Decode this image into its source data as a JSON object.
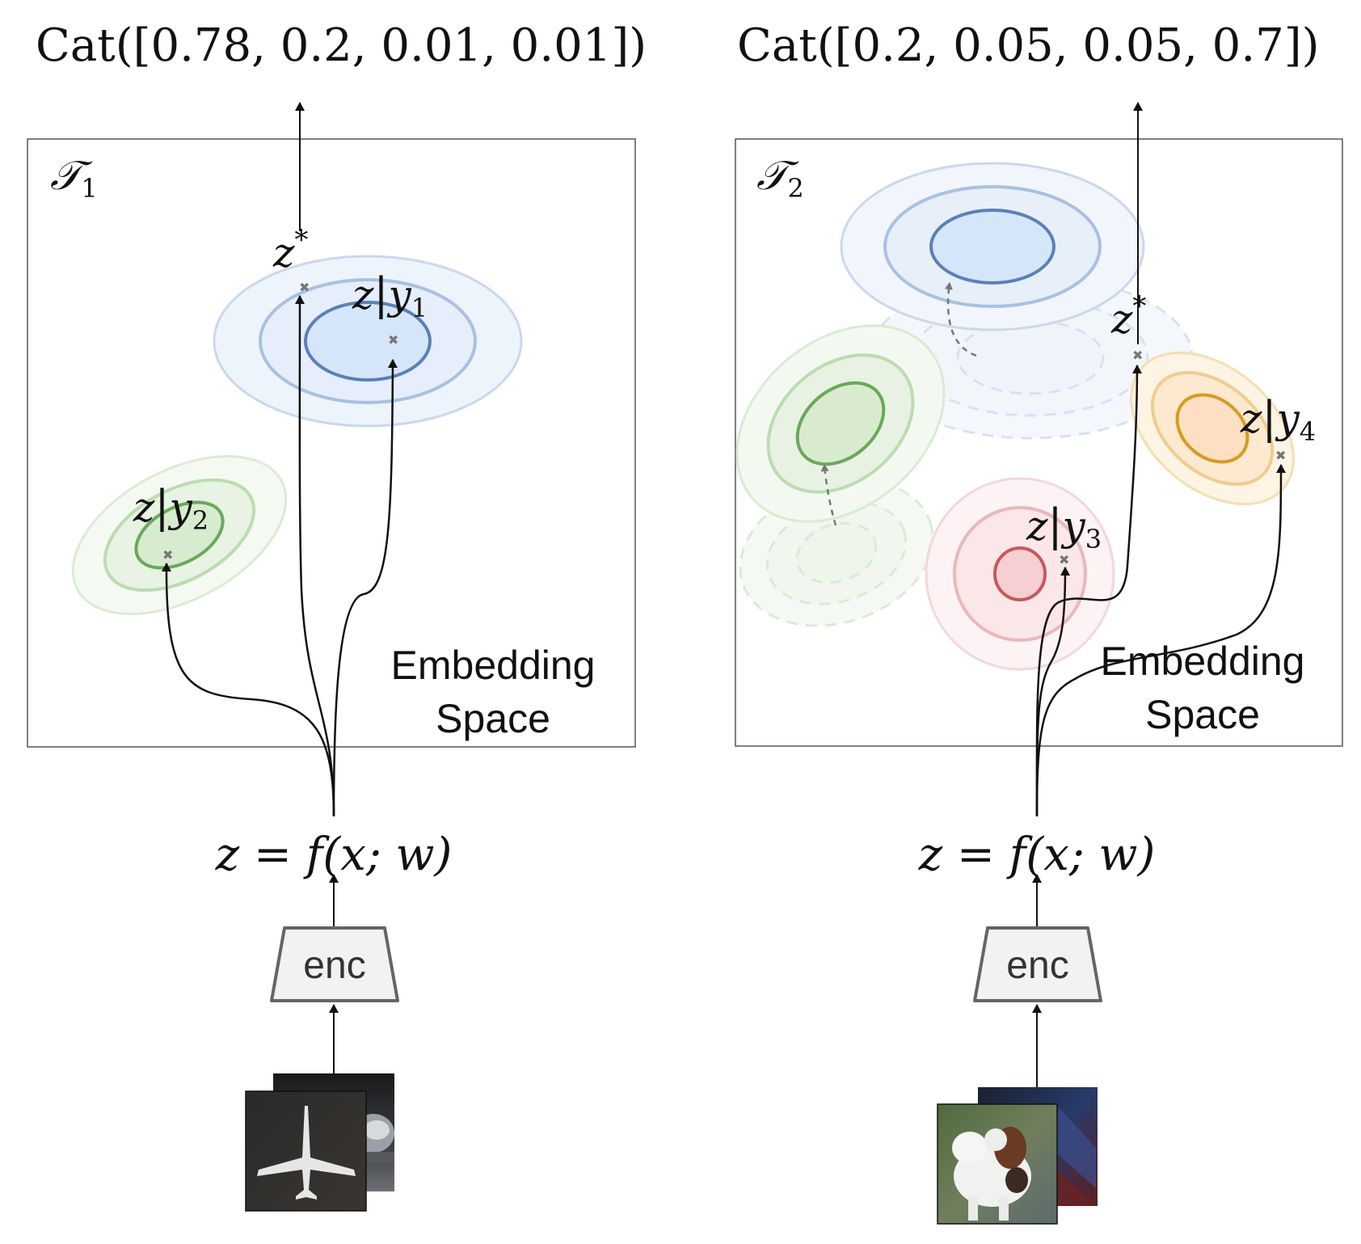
{
  "panels": [
    {
      "task_symbol": "𝒯",
      "task_index": "1",
      "cat_prefix": "Cat",
      "cat_values": "([0.78, 0.2, 0.01, 0.01])",
      "z_star_label": "z",
      "z_star_sup": "*",
      "class_labels": [
        {
          "z": "z",
          "sep": "|",
          "y": "y",
          "sub": "1"
        },
        {
          "z": "z",
          "sep": "|",
          "y": "y",
          "sub": "2"
        }
      ],
      "space_label_line1": "Embedding",
      "space_label_line2": "Space",
      "embed_eq": "z = f(x; w)",
      "encoder_label": "enc",
      "images": [
        {
          "subject": "airplane-image"
        },
        {
          "subject": "car-image"
        }
      ]
    },
    {
      "task_symbol": "𝒯",
      "task_index": "2",
      "cat_prefix": "Cat",
      "cat_values": "([0.2, 0.05, 0.05, 0.7])",
      "z_star_label": "z",
      "z_star_sup": "*",
      "class_labels": [
        {
          "z": "z",
          "sep": "|",
          "y": "y",
          "sub": "3"
        },
        {
          "z": "z",
          "sep": "|",
          "y": "y",
          "sub": "4"
        }
      ],
      "space_label_line1": "Embedding",
      "space_label_line2": "Space",
      "embed_eq": "z = f(x; w)",
      "encoder_label": "enc",
      "images": [
        {
          "subject": "dog-image"
        },
        {
          "subject": "dark-image"
        }
      ]
    }
  ],
  "colors": {
    "blue_stroke": "#5b80b8",
    "blue_fill": "#d6e6fa",
    "green_stroke": "#6aa85a",
    "green_fill": "#dcecd4",
    "red_stroke": "#c8585e",
    "red_fill": "#f6cfd2",
    "orange_stroke": "#d99a1c",
    "orange_fill": "#fde0c4",
    "encoder_fill": "#f2f2f2",
    "encoder_stroke": "#666666"
  }
}
